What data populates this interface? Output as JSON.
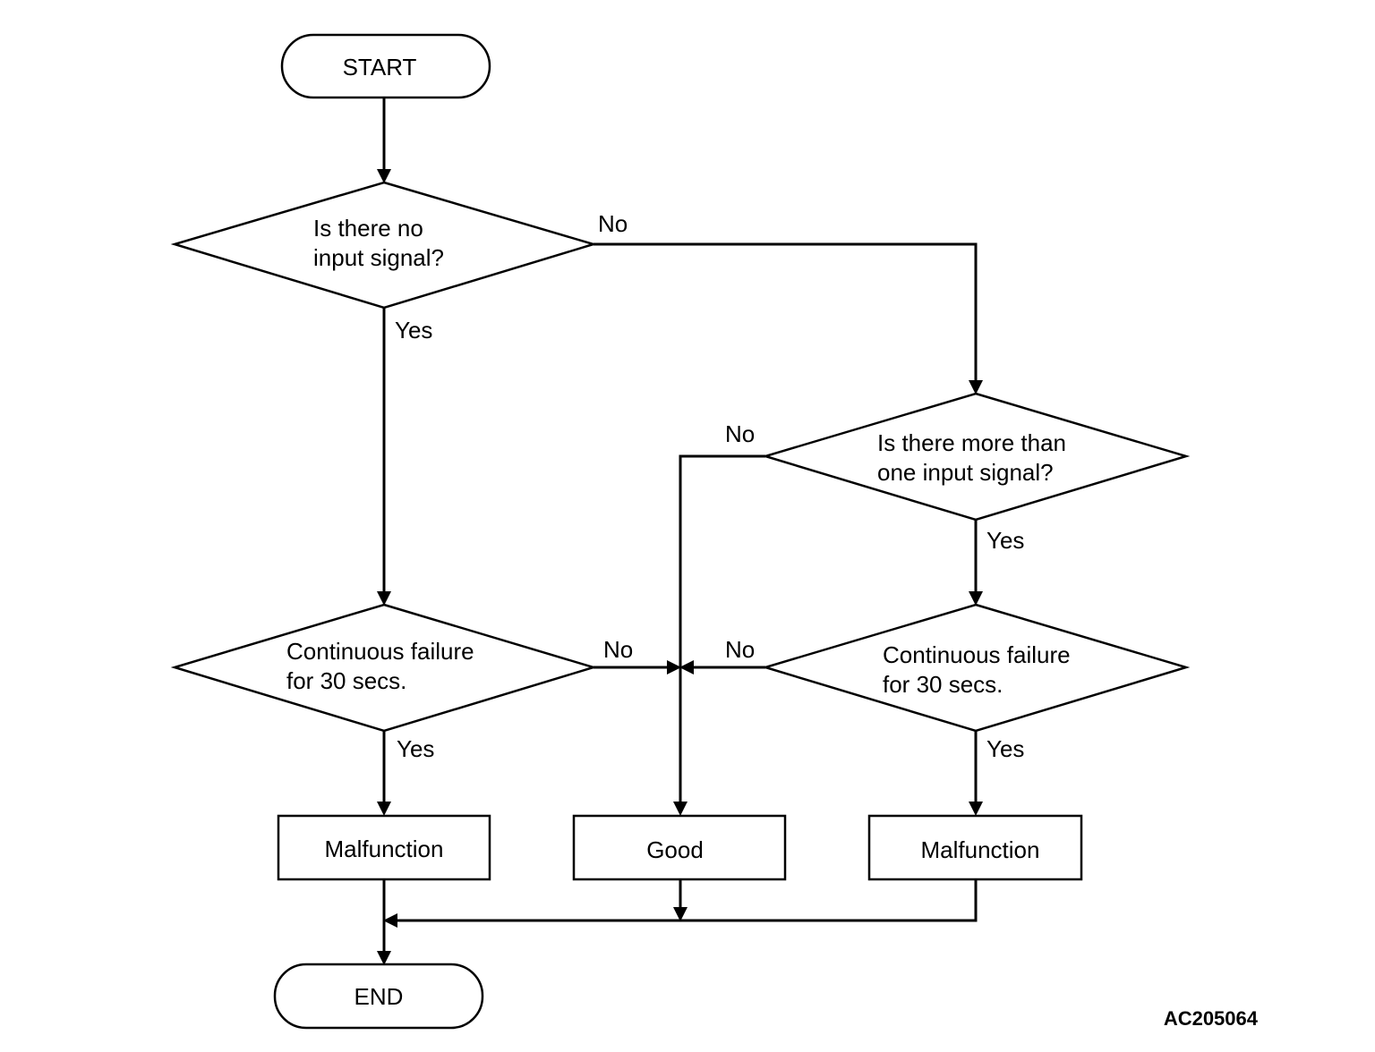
{
  "nodes": {
    "start": "START",
    "d1_line1": "Is there no",
    "d1_line2": "input signal?",
    "d2_line1": "Is there more than",
    "d2_line2": "one input signal?",
    "d3_line1": "Continuous failure",
    "d3_line2": "for 30 secs.",
    "d4_line1": "Continuous failure",
    "d4_line2": "for 30 secs.",
    "malfunction_left": "Malfunction",
    "good": "Good",
    "malfunction_right": "Malfunction",
    "end": "END"
  },
  "edges": {
    "d1_no": "No",
    "d1_yes": "Yes",
    "d2_no": "No",
    "d2_yes": "Yes",
    "d3_no": "No",
    "d3_yes": "Yes",
    "d4_no": "No",
    "d4_yes": "Yes"
  },
  "reference_code": "AC205064"
}
